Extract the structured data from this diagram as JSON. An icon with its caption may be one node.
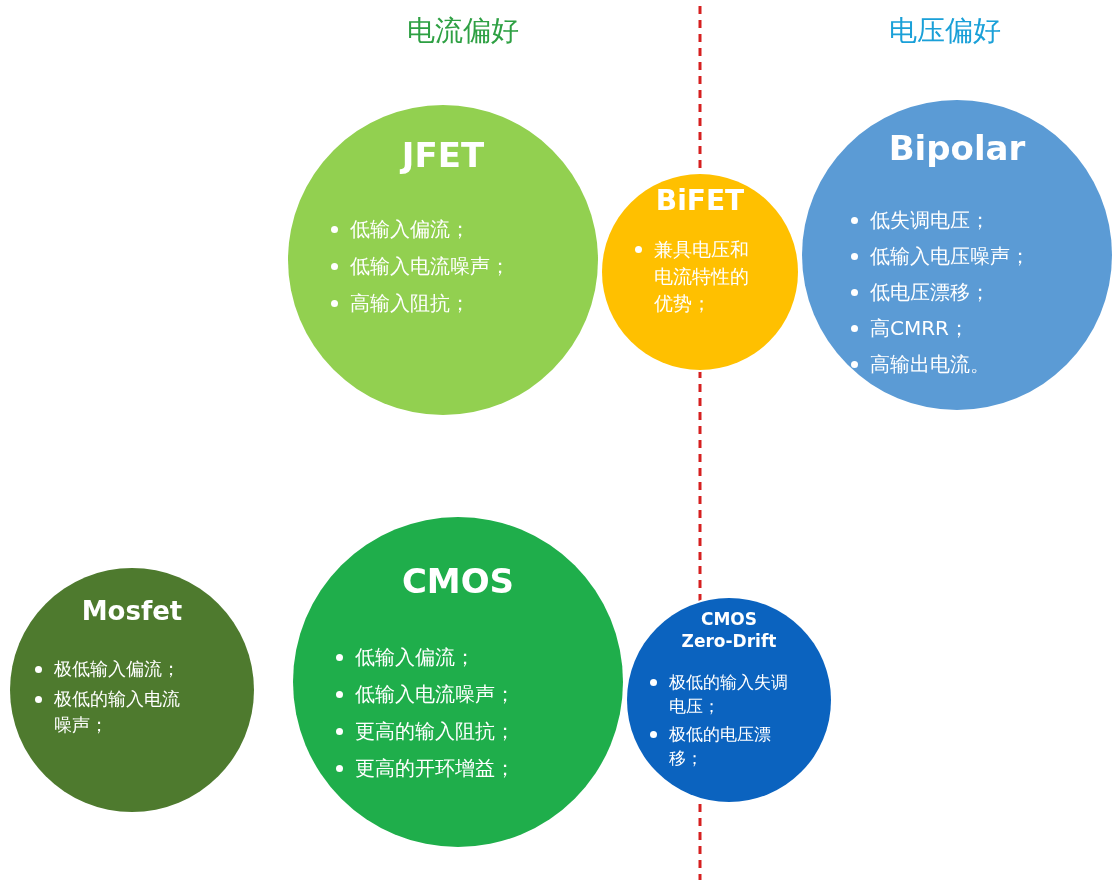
{
  "diagram": {
    "nodes": [
      {
        "text": [
          "JFET",
          "低输入偏流；",
          "低输入电流噪声；",
          "高输入阻抗；"
        ]
      },
      {
        "text": [
          "BiFET",
          "兼具电压和电流特性的优势；"
        ]
      },
      {
        "text": [
          "Bipolar",
          "低失调电压；",
          "低输入电压噪声；",
          "低电压漂移；",
          "高CMRR；",
          "高输出电流。"
        ]
      },
      {
        "text": [
          "Mosfet",
          "极低输入偏流；",
          "极低的输入电流噪声；"
        ]
      },
      {
        "text": [
          "CMOS",
          "低输入偏流；",
          "低输入电流噪声；",
          "更高的输入阻抗；",
          "更高的开环增益；"
        ]
      },
      {
        "text": [
          "CMOS Zero-Drift",
          "极低的输入失调电压；",
          "极低的电压漂移；"
        ]
      }
    ],
    "edges": [],
    "labels": [
      "电流偏好",
      "电压偏好"
    ]
  }
}
